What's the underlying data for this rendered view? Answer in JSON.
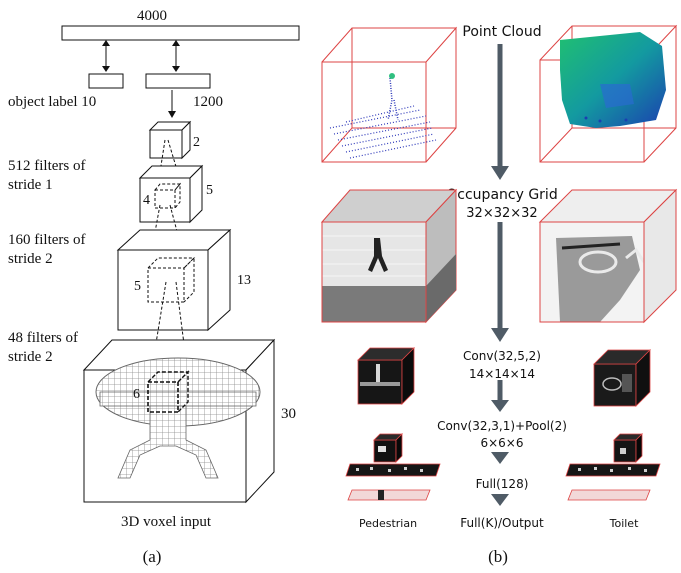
{
  "panel_a": {
    "caption": "(a)",
    "top_value": "4000",
    "left_label": "object label 10",
    "right_value": "1200",
    "layers": [
      {
        "text_line1": "512 filters of",
        "text_line2": "stride 1",
        "inner_size": "4",
        "outer_size": "5",
        "top_size": "2"
      },
      {
        "text_line1": "160 filters of",
        "text_line2": "stride 2",
        "inner_size": "5",
        "outer_size": "13"
      },
      {
        "text_line1": "48 filters of",
        "text_line2": "stride 2",
        "inner_size": "6",
        "outer_size": "30"
      }
    ],
    "input_label": "3D voxel input"
  },
  "panel_b": {
    "caption": "(b)",
    "stages": [
      {
        "line1": "Point Cloud",
        "line2": ""
      },
      {
        "line1": "Occupancy Grid",
        "line2": "32×32×32"
      },
      {
        "line1": "Conv(32,5,2)",
        "line2": "14×14×14"
      },
      {
        "line1": "Conv(32,3,1)+Pool(2)",
        "line2": "6×6×6"
      },
      {
        "line1": "Full(128)",
        "line2": ""
      },
      {
        "line1": "Full(K)/Output",
        "line2": ""
      }
    ],
    "left_object": "Pedestrian",
    "right_object": "Toilet"
  }
}
